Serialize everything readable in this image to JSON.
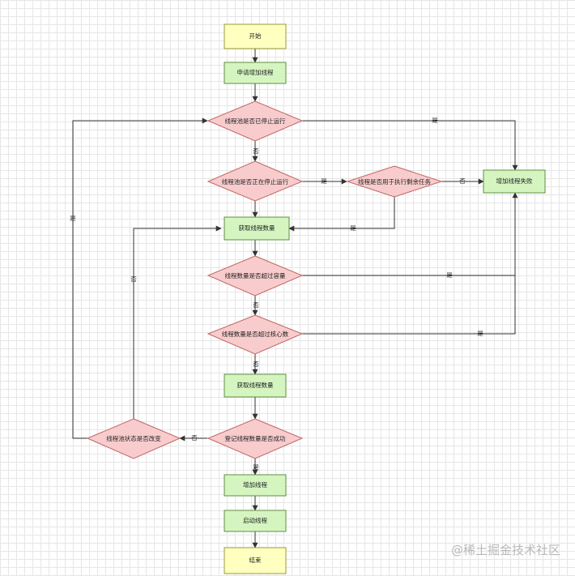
{
  "colors": {
    "start_fill": "#ffffc0",
    "start_stroke": "#9a9a3a",
    "process_fill": "#d5f5c0",
    "process_stroke": "#5f8f3f",
    "decision_fill": "#f8cccc",
    "decision_stroke": "#c06666",
    "line": "#333333"
  },
  "nodes": {
    "start": "开始",
    "apply": "申请增加线程",
    "pool_stopped": "线程池是否已停止运行",
    "pool_stopping": "线程池是否正在停止运行",
    "thread_remaining": "线程是否用于执行剩余任务",
    "add_fail": "增加线程失败",
    "get_count_1": "获取线程数量",
    "exceed_capacity": "线程数量是否超过容量",
    "exceed_core": "线程数量是否超过核心数",
    "get_count_2": "获取线程数量",
    "register_success": "登记线程数量是否成功",
    "state_changed": "线程池状态是否改变",
    "add_thread": "增加线程",
    "start_thread": "启动线程",
    "end": "结束"
  },
  "edge_labels": {
    "stopped_yes": "是",
    "stopped_no": "否",
    "stopping_yes": "是",
    "remaining_no": "否",
    "remaining_yes": "是",
    "capacity_yes": "是",
    "capacity_no": "否",
    "core_yes": "是",
    "core_no": "否",
    "register_no": "否",
    "register_yes": "是",
    "state_yes": "是",
    "state_no": "否"
  },
  "watermark": "@稀土掘金技术社区"
}
